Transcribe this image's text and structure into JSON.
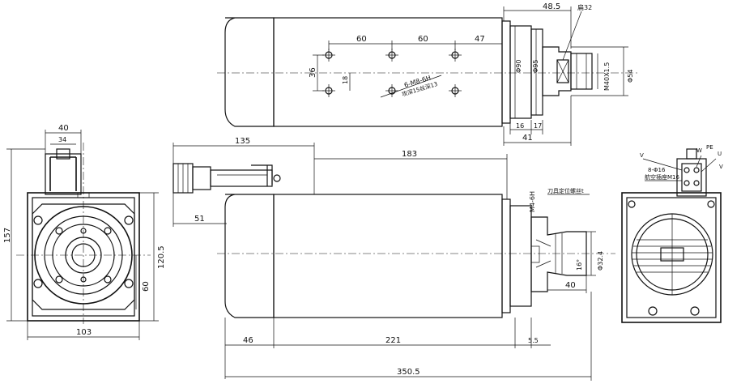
{
  "top_view": {
    "dims": {
      "d48_5": "48.5",
      "hex32": "扁32",
      "d60a": "60",
      "d60b": "60",
      "d47": "47",
      "d36": "36",
      "d18": "18",
      "phi90": "Φ90",
      "phi95": "Φ95",
      "m40": "M40X1.5",
      "phi54": "Φ54",
      "d16": "16",
      "d17": "17",
      "d41": "41"
    },
    "note_line1": "6-M8-6H",
    "note_line2": "攻深15丝深13"
  },
  "left_view": {
    "dims": {
      "d40": "40",
      "d34": "34",
      "d157": "157",
      "d120_5": "120.5",
      "d60": "60",
      "d103": "103"
    }
  },
  "front_view": {
    "dims": {
      "d135": "135",
      "d183": "183",
      "d51": "51",
      "m4": "M4-6H",
      "note_tool": "刀具定位螺丝t",
      "phi32_4": "Φ32.4",
      "angle16": "16°",
      "d40": "40",
      "d46": "46",
      "d221": "221",
      "d5_5": "5.5",
      "d350_5": "350.5"
    }
  },
  "right_view": {
    "labels": {
      "v1": "V",
      "w": "W",
      "pe": "PE",
      "u": "U",
      "v2": "V",
      "pin": "8-Φ16",
      "pin_note": "航空插座M16"
    }
  }
}
